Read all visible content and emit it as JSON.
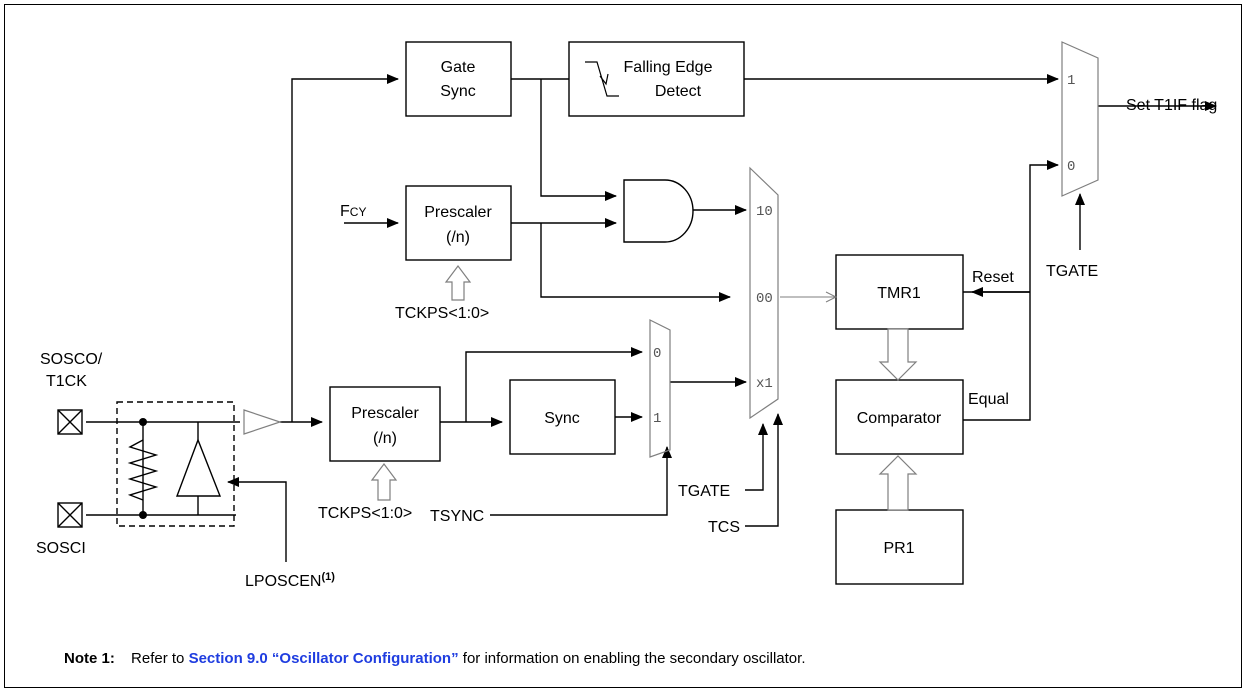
{
  "blocks": {
    "gate_sync_1": "Gate",
    "gate_sync_2": "Sync",
    "falling_edge_1": "Falling Edge",
    "falling_edge_2": "Detect",
    "prescaler_top_1": "Prescaler",
    "prescaler_top_2": "(/n)",
    "prescaler_bot_1": "Prescaler",
    "prescaler_bot_2": "(/n)",
    "sync": "Sync",
    "tmr1": "TMR1",
    "comparator": "Comparator",
    "pr1": "PR1"
  },
  "signals": {
    "fcy_f": "F",
    "fcy_sub": "CY",
    "tckps_top": "TCKPS<1:0>",
    "tckps_bot": "TCKPS<1:0>",
    "sosco_1": "SOSCO/",
    "sosco_2": "T1CK",
    "sosci": "SOSCI",
    "lposcen": "LPOSCEN",
    "lposcen_sup": "(1)",
    "tsync": "TSYNC",
    "tgate_mid": "TGATE",
    "tcs": "TCS",
    "tgate_right": "TGATE",
    "reset": "Reset",
    "equal": "Equal",
    "set_flag": "Set T1IF flag"
  },
  "mux_labels": {
    "out_mux_1": "1",
    "out_mux_0": "0",
    "big_mux_10": "10",
    "big_mux_00": "00",
    "big_mux_x1": "x1",
    "small_mux_0": "0",
    "small_mux_1": "1"
  },
  "note": {
    "label": "Note",
    "number": "1:",
    "pre": "Refer to",
    "link": "Section 9.0 “Oscillator Configuration”",
    "post": "for information on enabling the secondary oscillator."
  },
  "colors": {
    "line": "#000000",
    "mux_outline": "#7f7f7f",
    "arrow_outline": "#7f7f7f",
    "link": "#1f3de0"
  }
}
